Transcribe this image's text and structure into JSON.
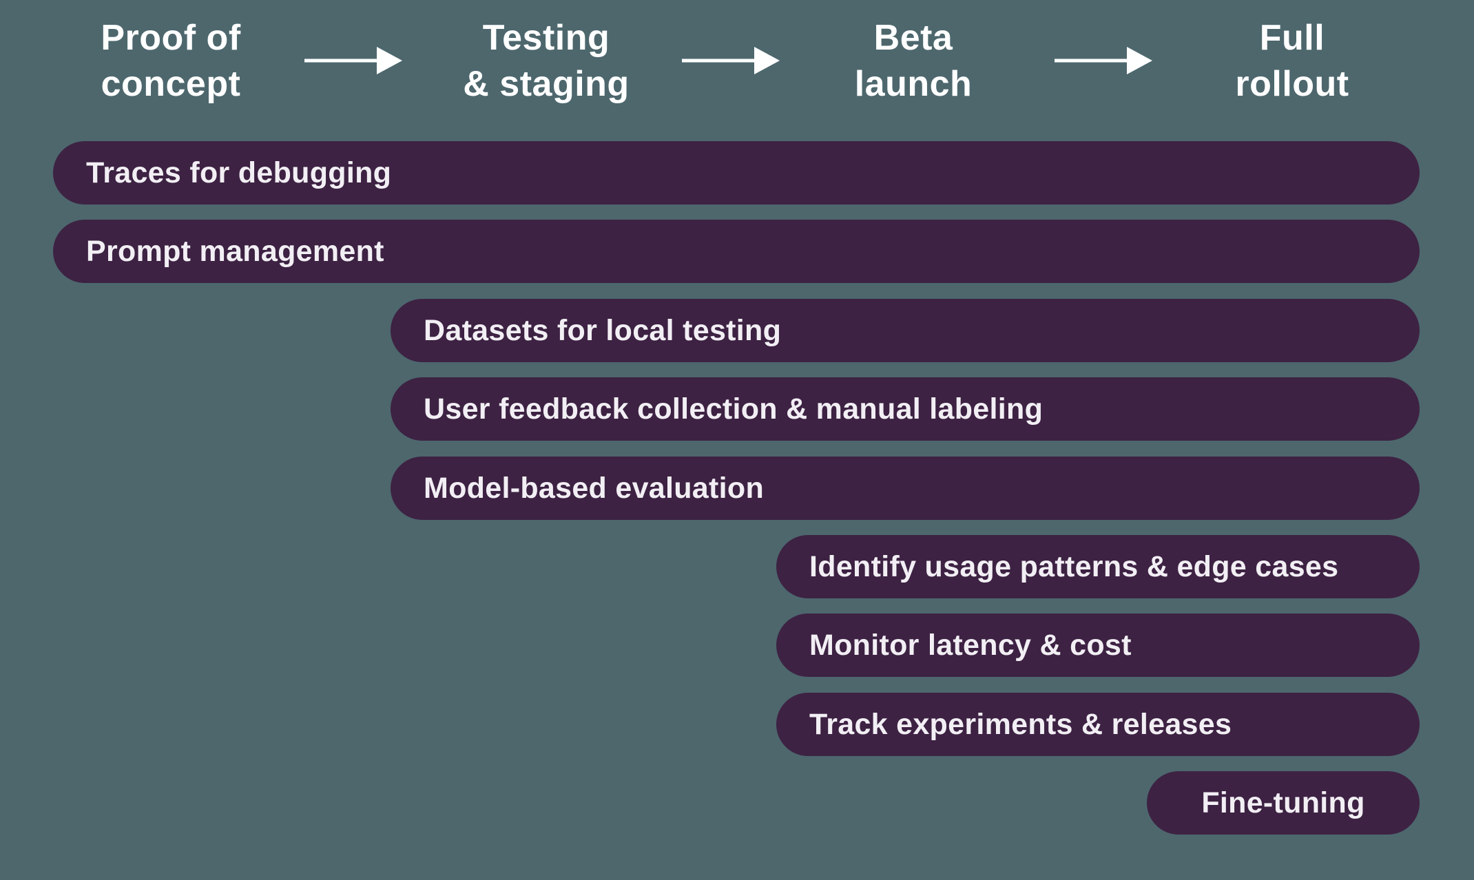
{
  "theme": {
    "background": "#4D676D",
    "bar": "#3D2243",
    "header_text": "#FFFFFF",
    "bar_text": "#F2EFF4",
    "arrow": "#FFFFFF"
  },
  "phases": [
    {
      "label": "Proof of\nconcept"
    },
    {
      "label": "Testing\n& staging"
    },
    {
      "label": "Beta\nlaunch"
    },
    {
      "label": "Full\nrollout"
    }
  ],
  "rows": [
    {
      "label": "Traces for debugging",
      "starts_at_phase": "Proof of concept"
    },
    {
      "label": "Prompt management",
      "starts_at_phase": "Proof of concept"
    },
    {
      "label": "Datasets for local testing",
      "starts_at_phase": "Testing & staging"
    },
    {
      "label": "User feedback collection & manual labeling",
      "starts_at_phase": "Testing & staging"
    },
    {
      "label": "Model-based evaluation",
      "starts_at_phase": "Testing & staging"
    },
    {
      "label": "Identify usage patterns & edge cases",
      "starts_at_phase": "Beta launch"
    },
    {
      "label": "Monitor latency & cost",
      "starts_at_phase": "Beta launch"
    },
    {
      "label": "Track experiments & releases",
      "starts_at_phase": "Beta launch"
    },
    {
      "label": "Fine-tuning",
      "starts_at_phase": "Full rollout"
    }
  ]
}
